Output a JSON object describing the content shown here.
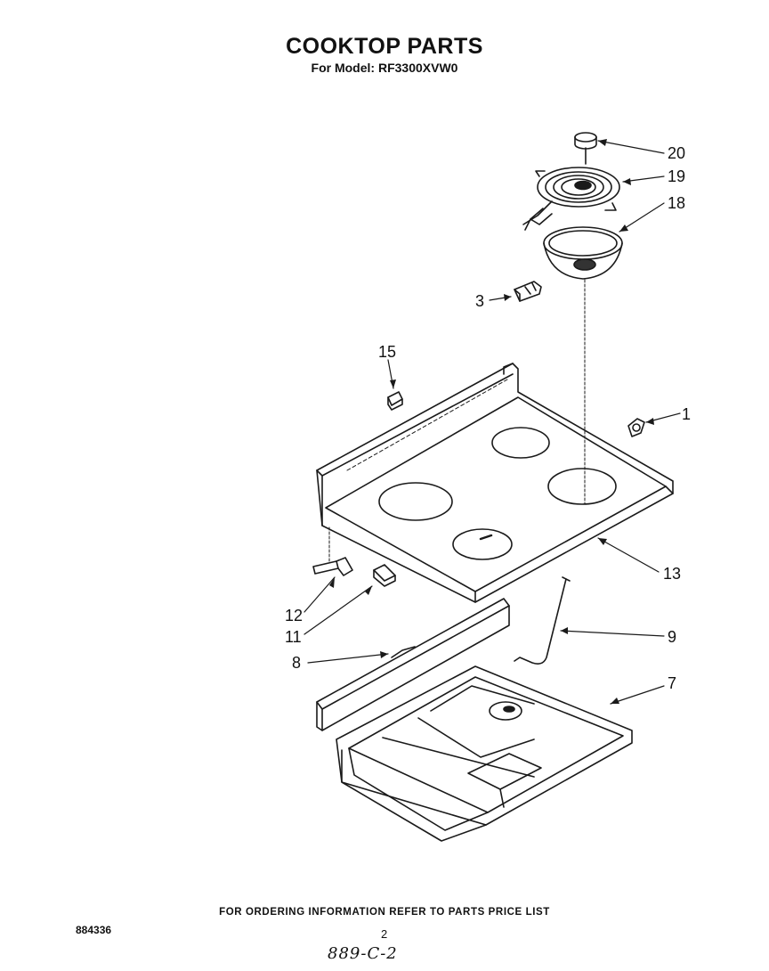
{
  "header": {
    "title": "COOKTOP PARTS",
    "subtitle": "For Model: RF3300XVW0"
  },
  "callouts": [
    {
      "id": "c20",
      "label": "20"
    },
    {
      "id": "c19",
      "label": "19"
    },
    {
      "id": "c18",
      "label": "18"
    },
    {
      "id": "c3",
      "label": "3"
    },
    {
      "id": "c15",
      "label": "15"
    },
    {
      "id": "c1",
      "label": "1"
    },
    {
      "id": "c13",
      "label": "13"
    },
    {
      "id": "c12",
      "label": "12"
    },
    {
      "id": "c11",
      "label": "11"
    },
    {
      "id": "c9",
      "label": "9"
    },
    {
      "id": "c8",
      "label": "8"
    },
    {
      "id": "c7",
      "label": "7"
    }
  ],
  "footer": {
    "ordering_note": "FOR ORDERING INFORMATION REFER TO PARTS PRICE LIST",
    "doc_number": "884336",
    "page_number": "2",
    "handwritten_code": "889-C-2"
  }
}
